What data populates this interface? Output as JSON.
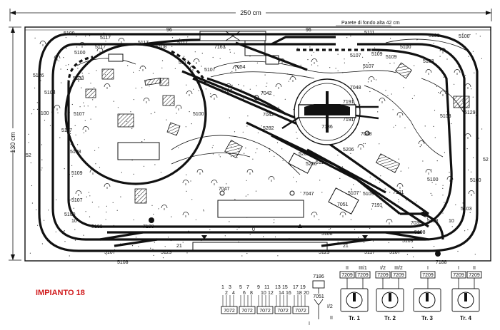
{
  "dimensions": {
    "width_label": "250 cm",
    "height_label": "130 cm"
  },
  "wall_note": "Parete di fondo alta 42 cm",
  "title": "IMPIANTO 18",
  "turntable_label": "7186",
  "top_markers": [
    "96",
    "96"
  ],
  "side_markers": {
    "left": "52",
    "right": "52"
  },
  "bottom_markers": [
    "10",
    "21",
    "0",
    "21",
    "10"
  ],
  "track_labels": [
    "5100",
    "5117",
    "5117",
    "5108",
    "5117",
    "7163",
    "5111",
    "5107",
    "5109",
    "5100",
    "5100",
    "5103",
    "5126",
    "5103",
    "5100",
    "5107",
    "5117",
    "5108",
    "5109",
    "5107",
    "5100",
    "5108",
    "5107",
    "5108",
    "5129",
    "5108",
    "5129",
    "5117",
    "5107",
    "5109",
    "5108",
    "5100",
    "5103",
    "5129",
    "5100",
    "5109",
    "5107",
    "5108",
    "5103",
    "5100",
    "5117",
    "5107",
    "5202",
    "5206",
    "5202",
    "5206",
    "5112",
    "5107",
    "5109",
    "7042",
    "7042",
    "7191",
    "7191",
    "7048",
    "7048",
    "7054",
    "7047",
    "7047",
    "7051",
    "7039",
    "7188",
    "7188",
    "7191",
    "7191",
    "5100",
    "5117",
    "5107",
    "5100",
    "5103"
  ],
  "panel": {
    "switch_groups": [
      {
        "numbers": [
          "1",
          "2",
          "3",
          "4"
        ],
        "unit": "7072"
      },
      {
        "numbers": [
          "5",
          "6",
          "7",
          "8"
        ],
        "unit": "7072"
      },
      {
        "numbers": [
          "9",
          "10",
          "11",
          "12"
        ],
        "unit": "7072"
      },
      {
        "numbers": [
          "13",
          "14",
          "15",
          "16"
        ],
        "unit": "7072"
      },
      {
        "numbers": [
          "17",
          "18",
          "19",
          "20"
        ],
        "unit": "7072"
      }
    ],
    "relay": {
      "top": "7186",
      "unit": "7051",
      "outputs": [
        "I/2",
        "II",
        "I"
      ]
    },
    "transformers": [
      {
        "name": "Tr. 1",
        "sections": [
          "II",
          "III/1"
        ],
        "units": [
          "7209",
          "7209"
        ]
      },
      {
        "name": "Tr. 2",
        "sections": [
          "I/2",
          "III/2"
        ],
        "units": [
          "7209",
          "7209"
        ]
      },
      {
        "name": "Tr. 3",
        "sections": [
          "I"
        ],
        "units": [
          "7209"
        ]
      },
      {
        "name": "Tr. 4",
        "sections": [
          "I",
          "II"
        ],
        "units": [
          "7209",
          "7209"
        ]
      }
    ]
  }
}
